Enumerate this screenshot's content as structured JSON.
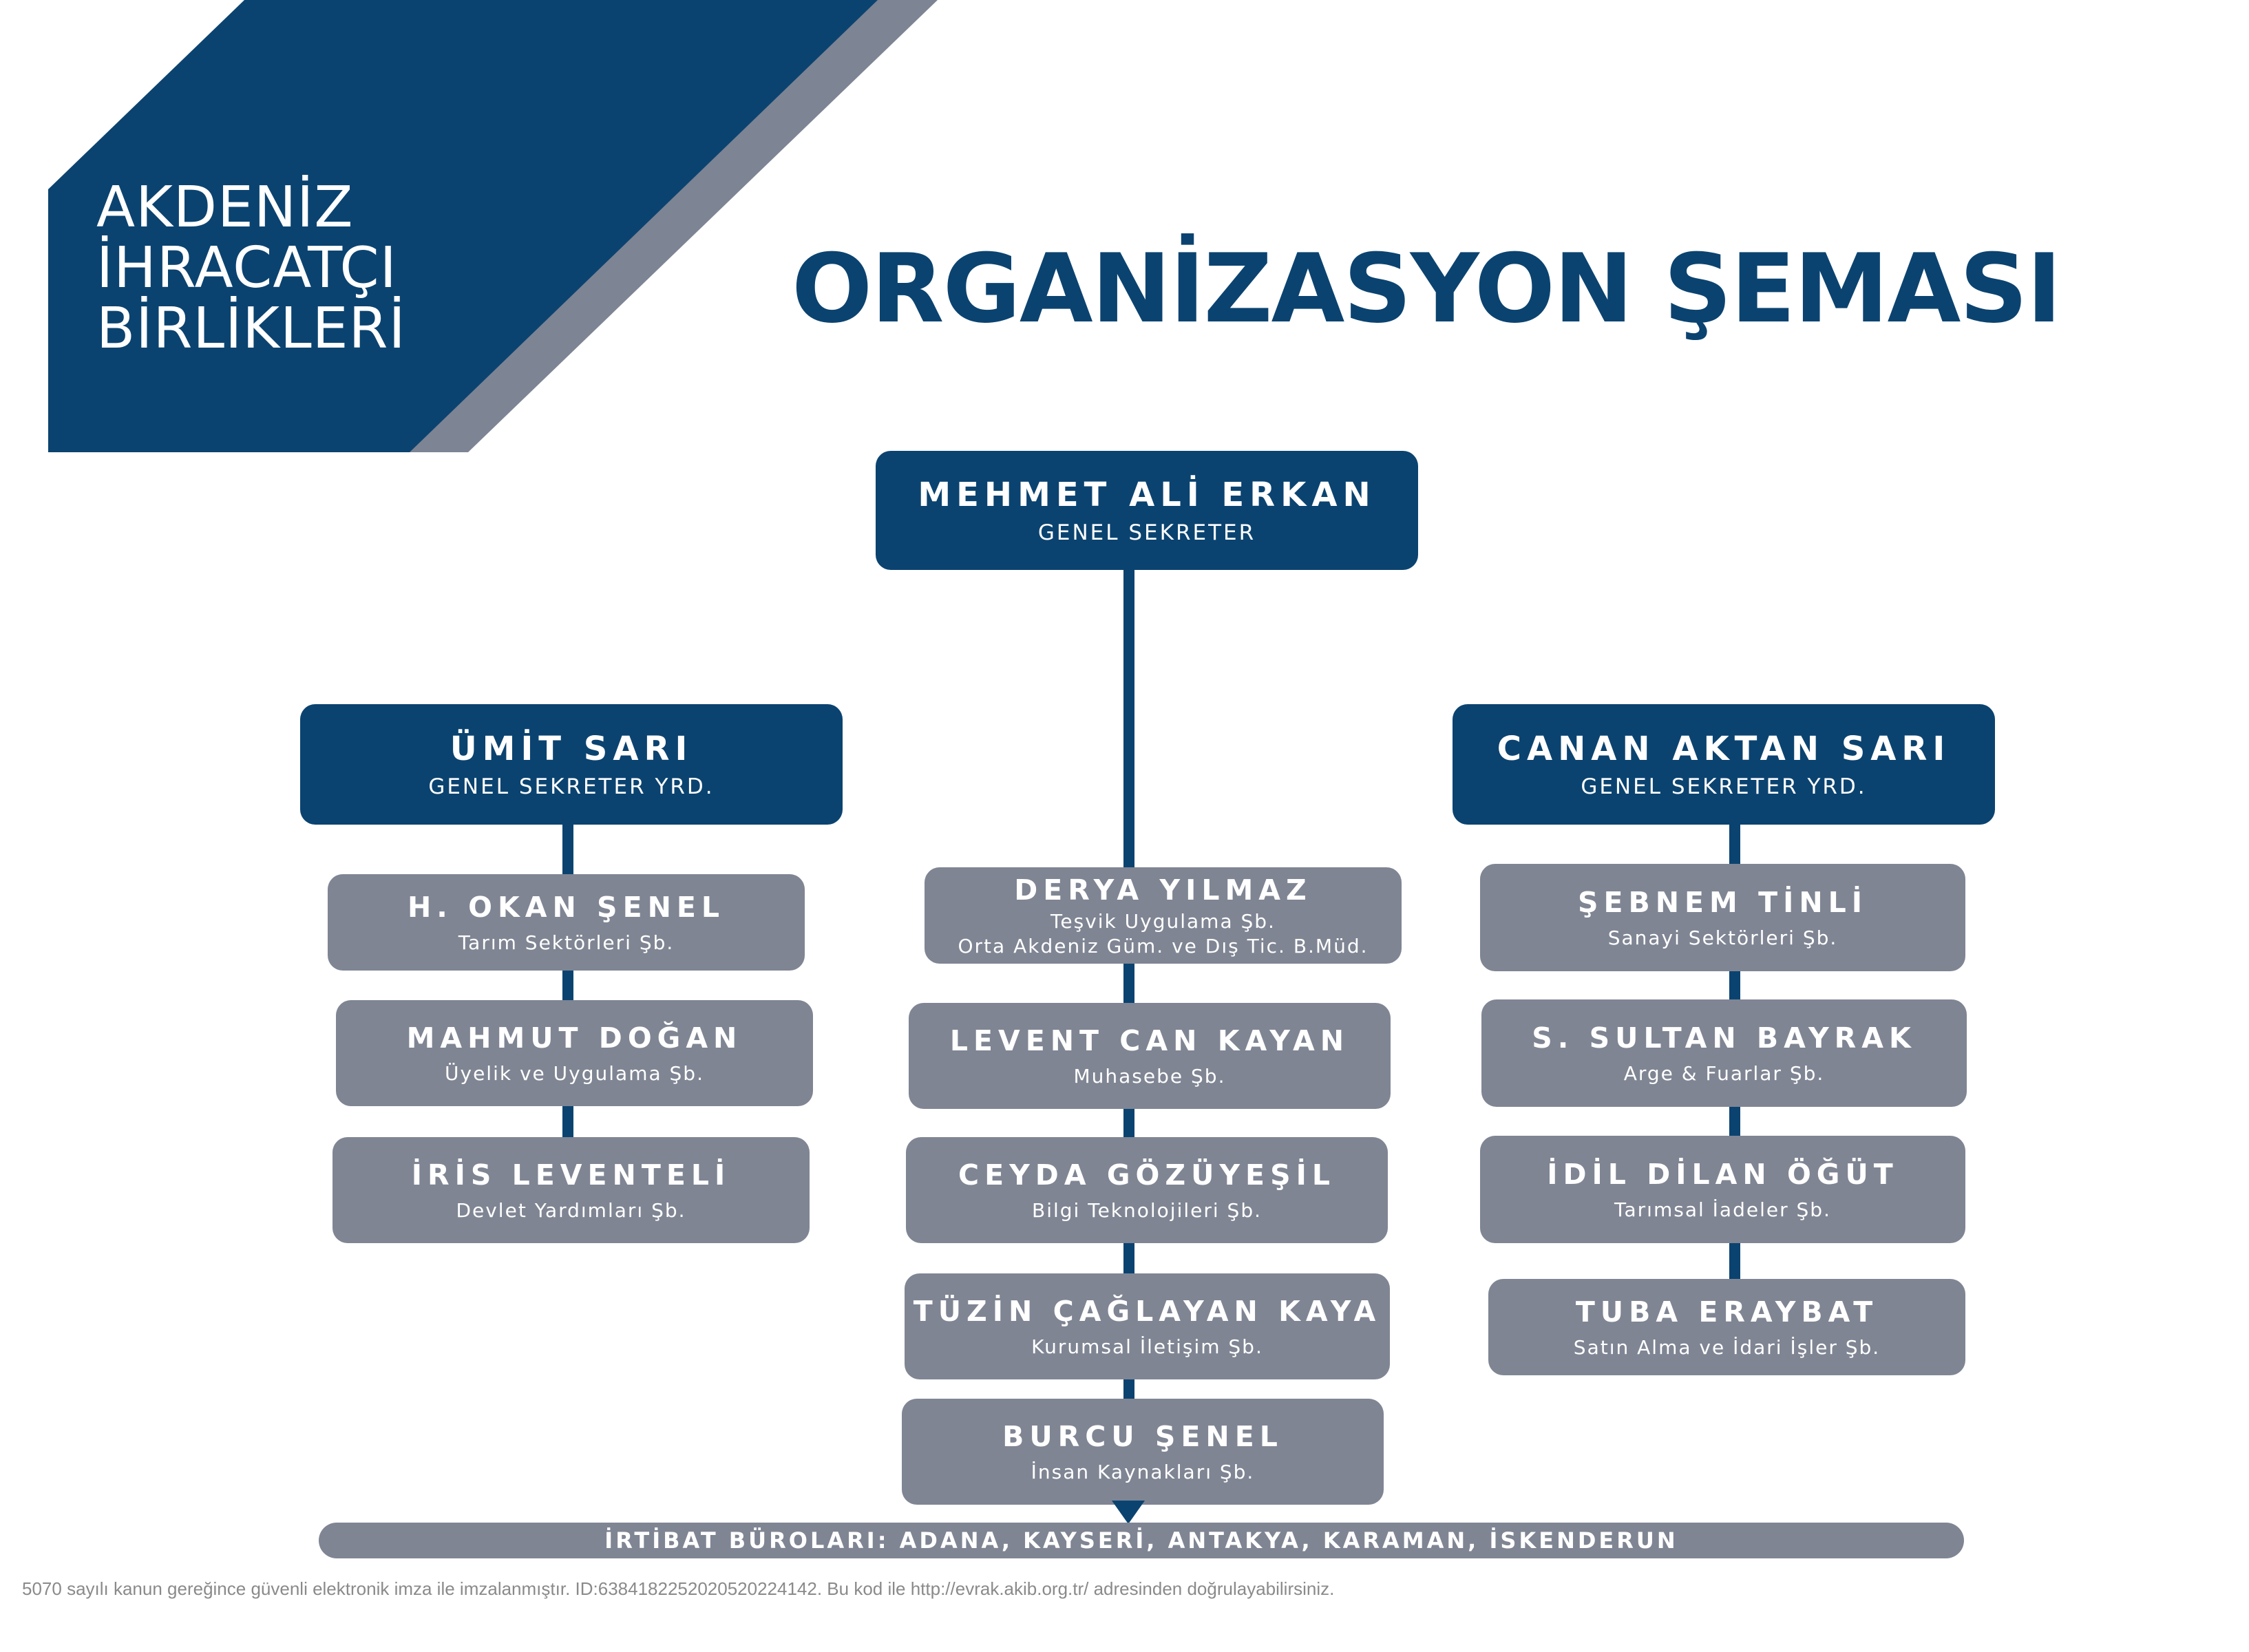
{
  "header": {
    "logo_lines": [
      "AKDENİZ",
      "İHRACATÇI",
      "BİRLİKLERİ"
    ],
    "title": "ORGANİZASYON ŞEMASI"
  },
  "top": {
    "name": "MEHMET ALİ ERKAN",
    "role": "GENEL SEKRETER"
  },
  "left": {
    "head": {
      "name": "ÜMİT SARI",
      "role": "GENEL SEKRETER YRD."
    },
    "items": [
      {
        "name": "H. OKAN ŞENEL",
        "role": "Tarım Sektörleri Şb."
      },
      {
        "name": "MAHMUT DOĞAN",
        "role": "Üyelik ve Uygulama Şb."
      },
      {
        "name": "İRİS LEVENTELİ",
        "role": "Devlet Yardımları Şb."
      }
    ]
  },
  "center": {
    "items": [
      {
        "name": "DERYA YILMAZ",
        "role": "Teşvik Uygulama Şb.",
        "role2": "Orta Akdeniz Güm. ve Dış Tic. B.Müd."
      },
      {
        "name": "LEVENT CAN KAYAN",
        "role": "Muhasebe Şb."
      },
      {
        "name": "CEYDA GÖZÜYEŞİL",
        "role": "Bilgi Teknolojileri Şb."
      },
      {
        "name": "TÜZİN ÇAĞLAYAN KAYA",
        "role": "Kurumsal İletişim Şb."
      },
      {
        "name": "BURCU ŞENEL",
        "role": "İnsan Kaynakları Şb."
      }
    ]
  },
  "right": {
    "head": {
      "name": "CANAN AKTAN SARI",
      "role": "GENEL SEKRETER YRD."
    },
    "items": [
      {
        "name": "ŞEBNEM TİNLİ",
        "role": "Sanayi Sektörleri Şb."
      },
      {
        "name": "S. SULTAN BAYRAK",
        "role": "Arge & Fuarlar Şb."
      },
      {
        "name": "İDİL DİLAN ÖĞÜT",
        "role": "Tarımsal İadeler Şb."
      },
      {
        "name": "TUBA ERAYBAT",
        "role": "Satın Alma ve İdari İşler Şb."
      }
    ]
  },
  "bottom_bar": "İRTİBAT BÜROLARI: ADANA, KAYSERİ, ANTAKYA, KARAMAN, İSKENDERUN",
  "footer": "5070 sayılı kanun gereğince güvenli elektronik imza ile imzalanmıştır. ID:638418225202052022414​2. Bu kod ile http://evrak.akib.org.tr/ adresinden doğrulayabilirsiniz.",
  "colors": {
    "navy": "#0b4370",
    "gray": "#7f8593",
    "slate": "#7d8494"
  }
}
